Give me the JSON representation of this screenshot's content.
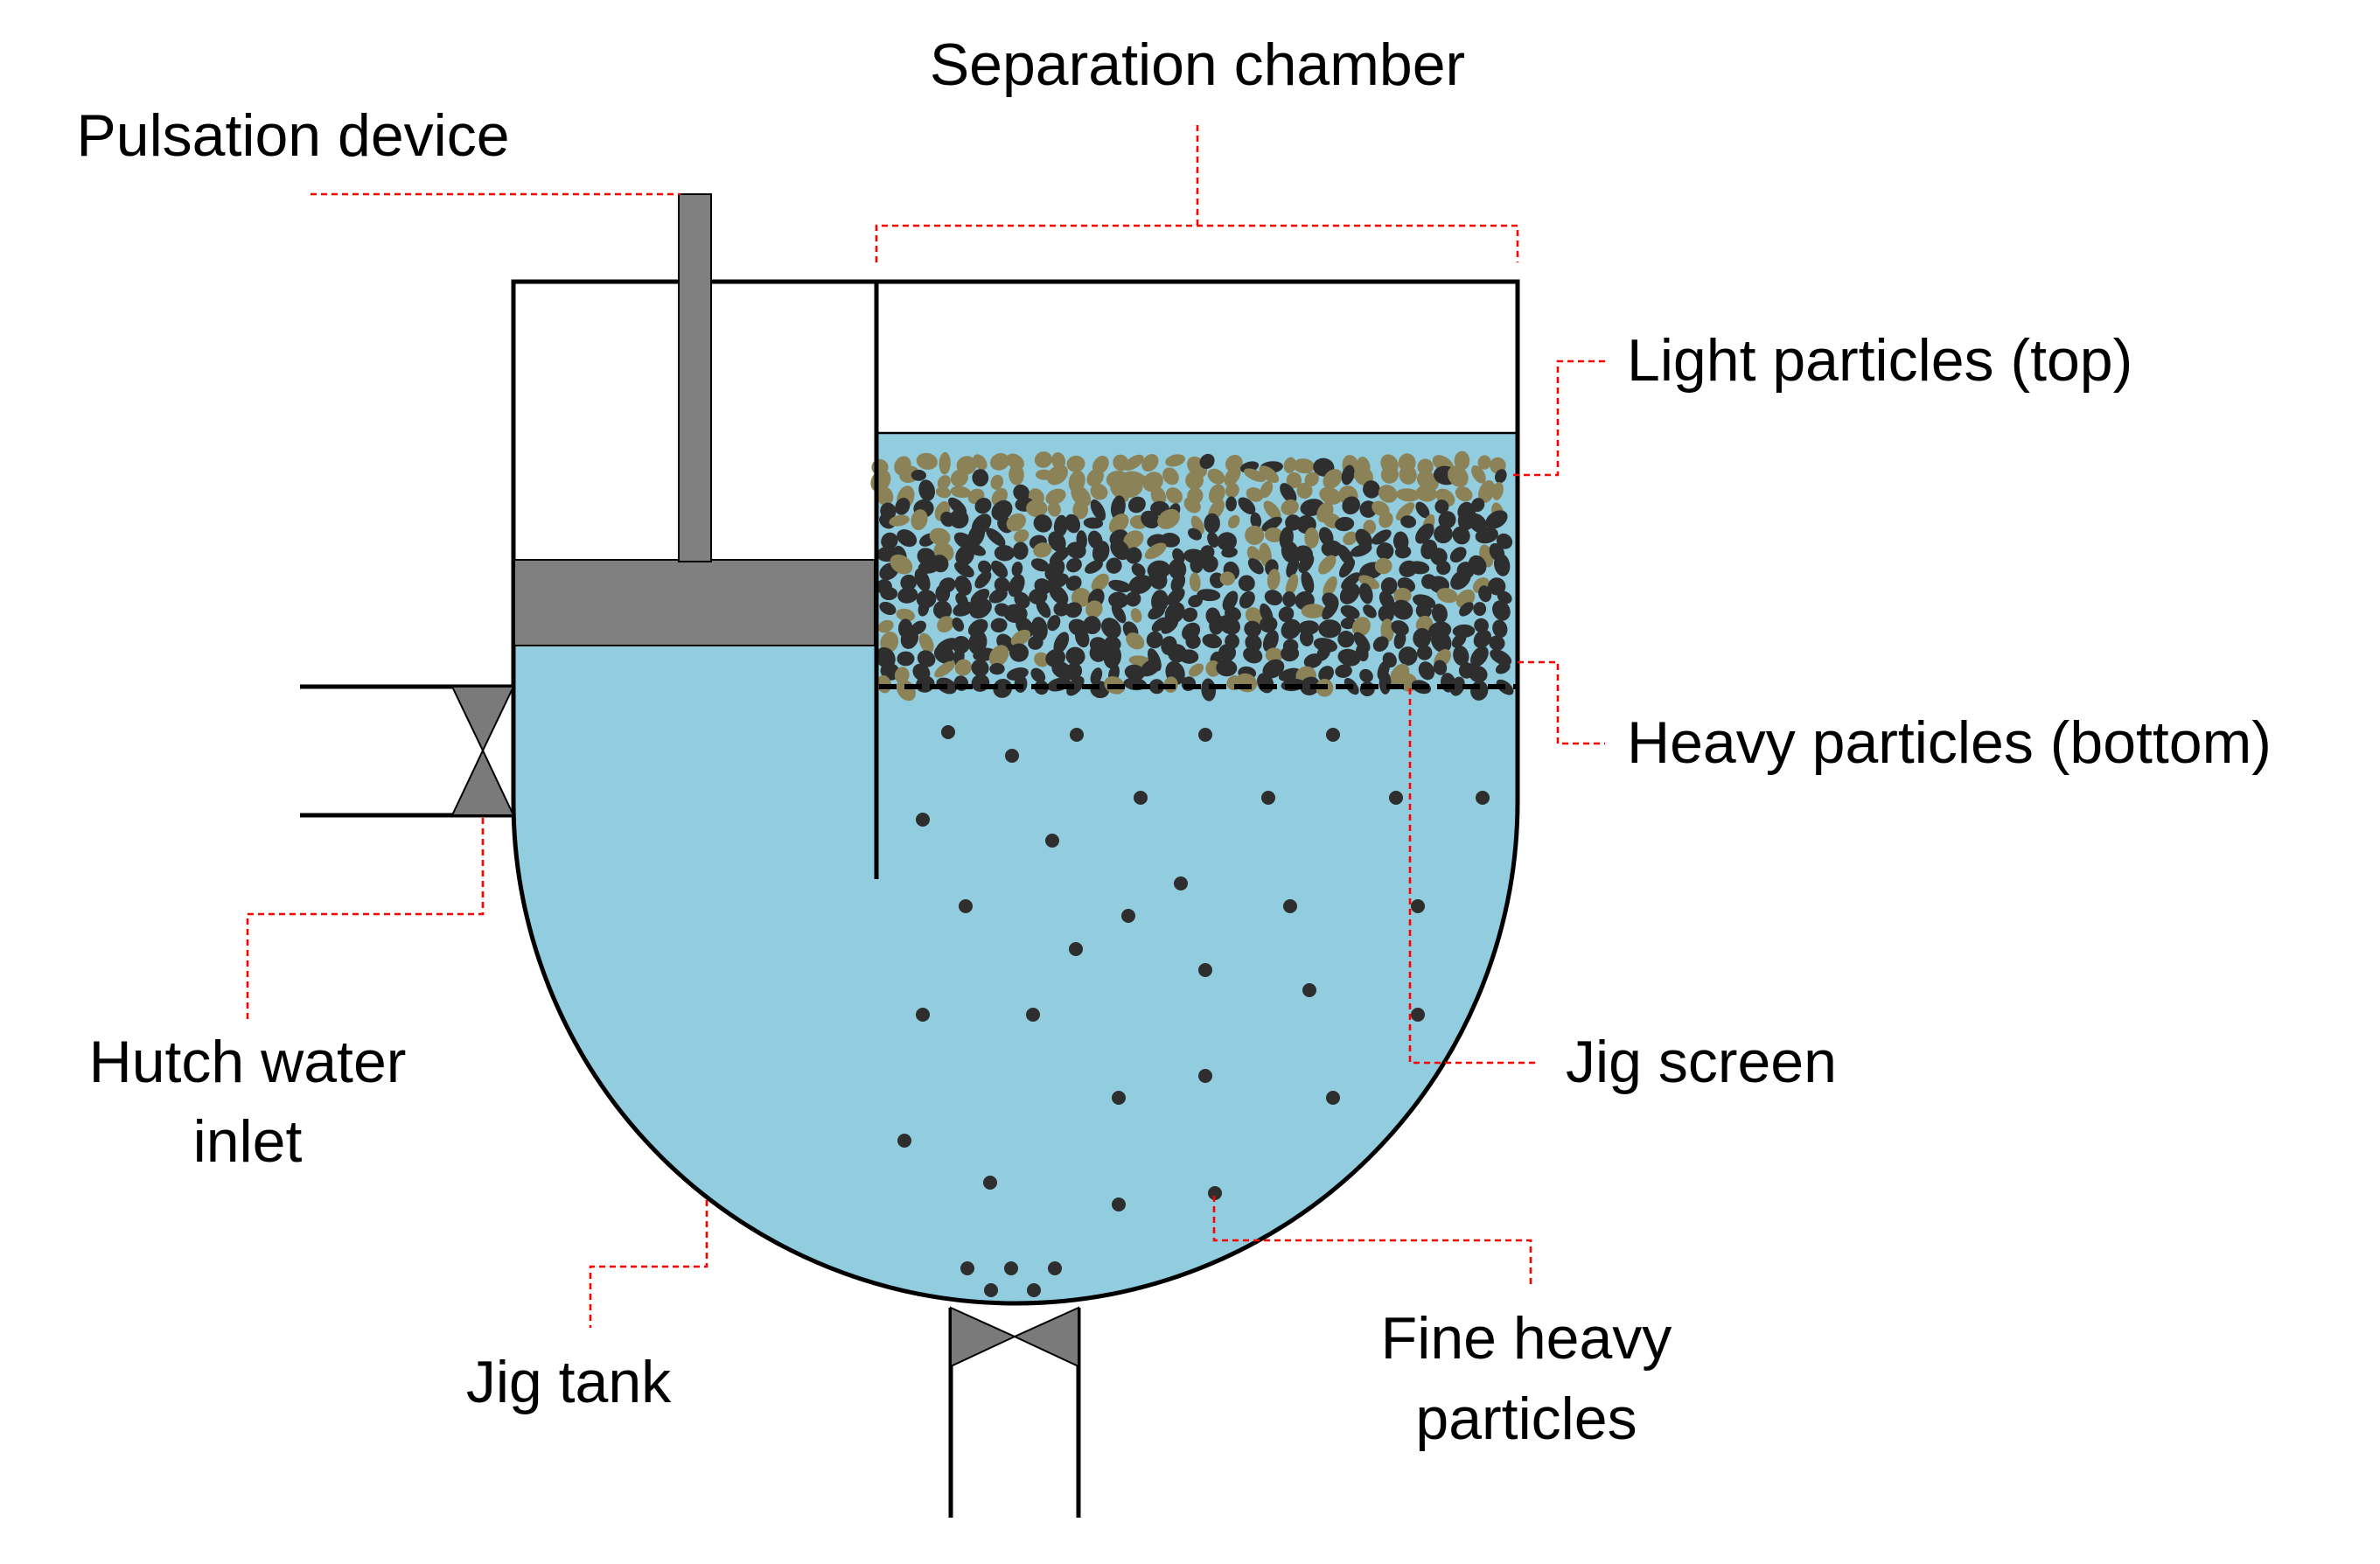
{
  "labels": {
    "separation_chamber": "Separation chamber",
    "pulsation_device": "Pulsation device",
    "light_particles": "Light particles (top)",
    "heavy_particles": "Heavy particles (bottom)",
    "jig_screen": "Jig screen",
    "hutch_water_inlet_line1": "Hutch water",
    "hutch_water_inlet_line2": "inlet",
    "jig_tank": "Jig tank",
    "fine_heavy_line1": "Fine heavy",
    "fine_heavy_line2": "particles"
  },
  "colors": {
    "water": "#92cddf",
    "light_particle": "#8b8257",
    "heavy_particle": "#2e2e2e",
    "piston": "#808080",
    "valve": "#7a7a7a",
    "leader": "#ff0000",
    "outline": "#000000"
  }
}
